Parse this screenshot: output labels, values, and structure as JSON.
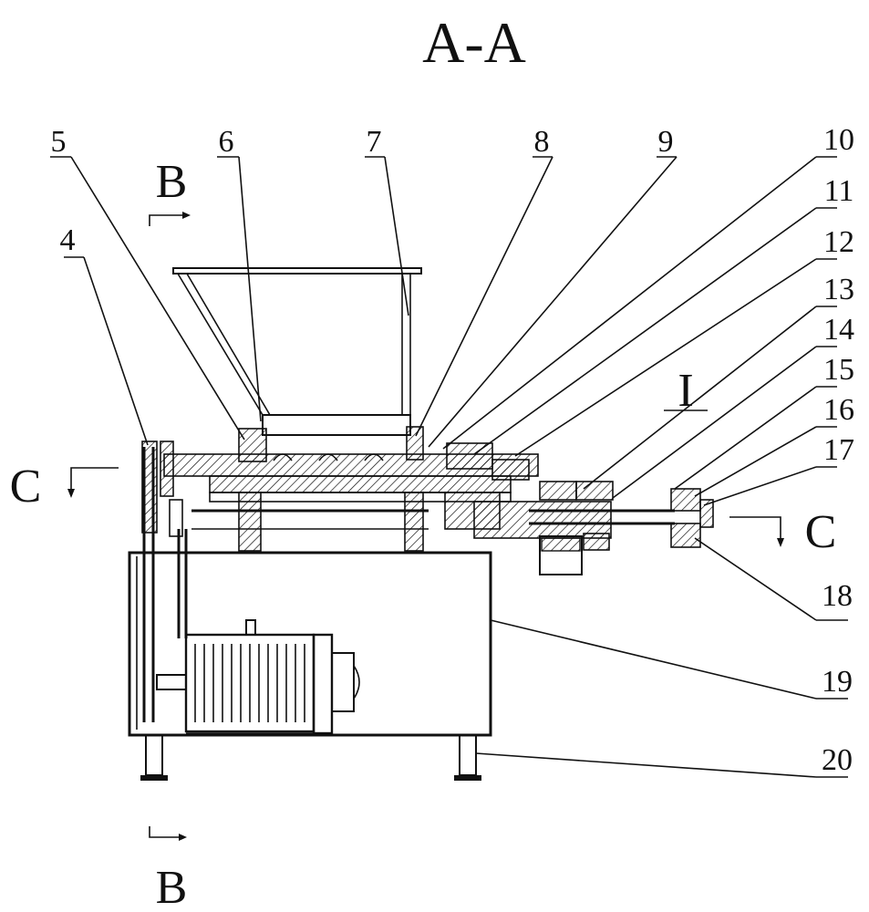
{
  "drawing": {
    "section_title": "A-A",
    "section_markers": {
      "b_top": "B",
      "b_bottom": "B",
      "c_left": "C",
      "c_right": "C",
      "detail": "I"
    },
    "part_numbers": [
      "4",
      "5",
      "6",
      "7",
      "8",
      "9",
      "10",
      "11",
      "12",
      "13",
      "14",
      "15",
      "16",
      "17",
      "18",
      "19",
      "20"
    ]
  }
}
